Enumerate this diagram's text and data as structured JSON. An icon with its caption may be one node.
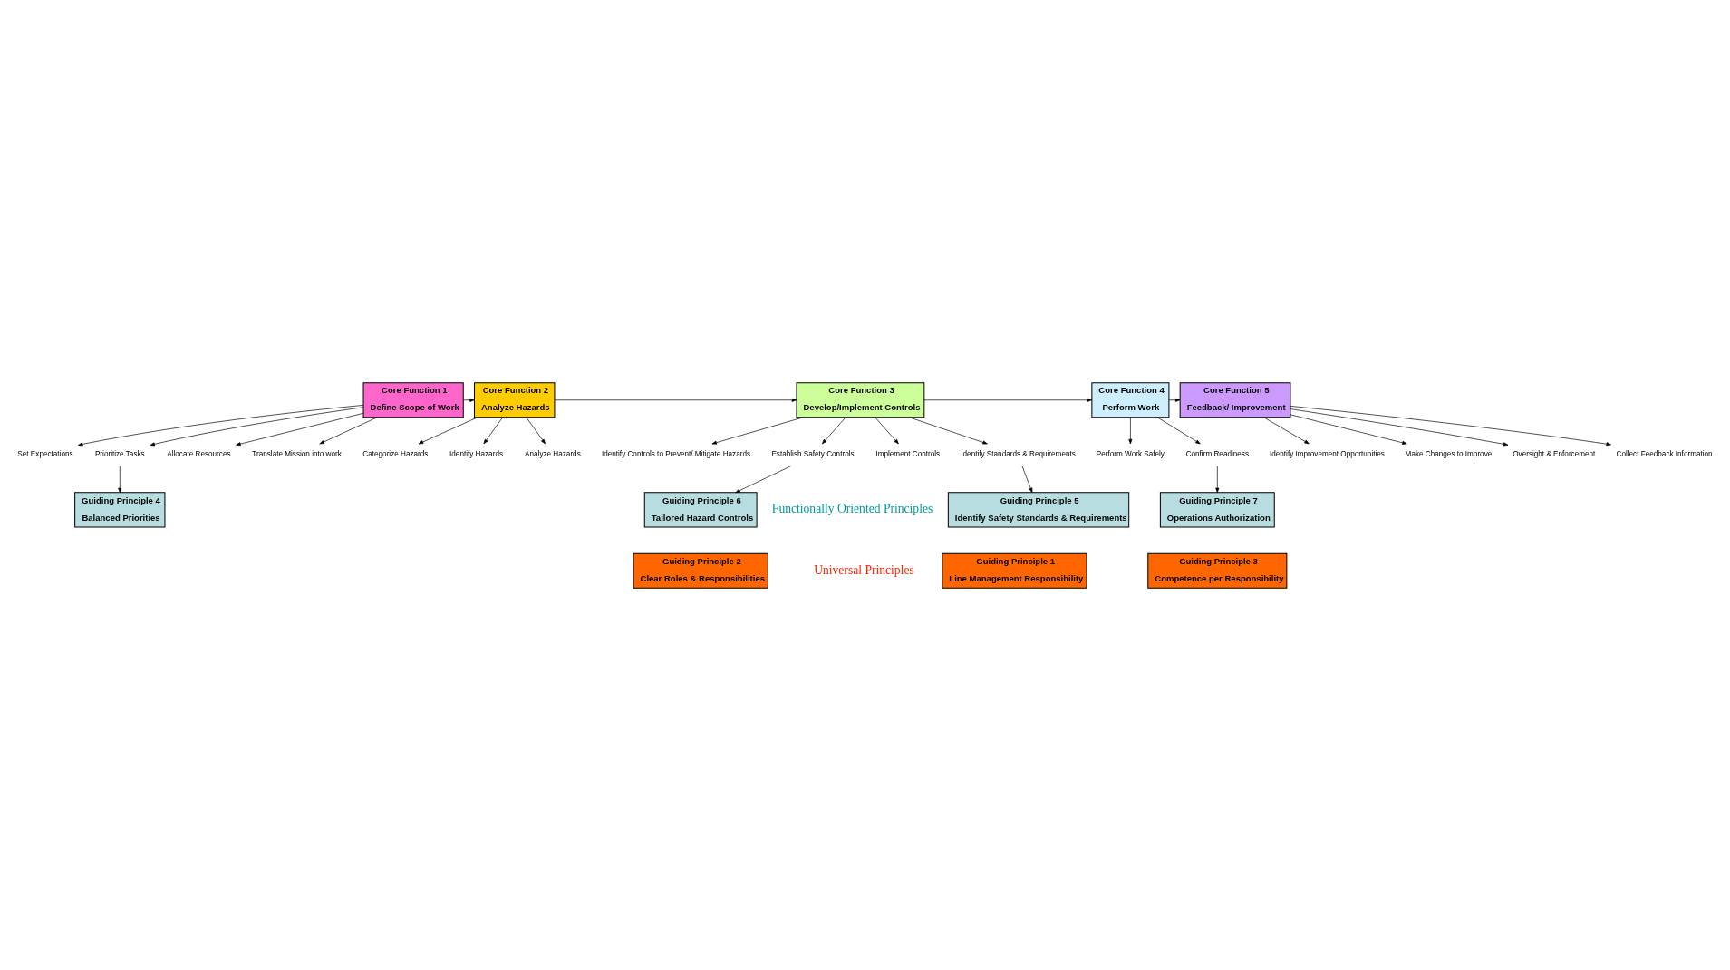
{
  "diagram": {
    "nodes": [
      {
        "text": [
          "Core Function 1",
          "Define Scope of Work"
        ]
      },
      {
        "text": [
          "Core Function 2",
          "Analyze Hazards"
        ]
      },
      {
        "text": [
          "Core Function 3",
          "Develop/Implement Controls"
        ]
      },
      {
        "text": [
          "Core Function 4",
          "Perform Work"
        ]
      },
      {
        "text": [
          "Core Function 5",
          "Feedback/ Improvement"
        ]
      },
      {
        "text": [
          "Translate Mission into work"
        ]
      },
      {
        "text": [
          "Set Expectations"
        ]
      },
      {
        "text": [
          "Prioritize Tasks"
        ]
      },
      {
        "text": [
          "Allocate Resources"
        ]
      },
      {
        "text": [
          "Identify Hazards"
        ]
      },
      {
        "text": [
          "Analyze Hazards"
        ]
      },
      {
        "text": [
          "Categorize Hazards"
        ]
      },
      {
        "text": [
          "Identify Standards & Requirements"
        ]
      },
      {
        "text": [
          "Identify Controls to Prevent/ Mitigate Hazards"
        ]
      },
      {
        "text": [
          "Establish Safety Controls"
        ]
      },
      {
        "text": [
          "Implement Controls"
        ]
      },
      {
        "text": [
          "Confirm Readiness"
        ]
      },
      {
        "text": [
          "Perform Work Safely"
        ]
      },
      {
        "text": [
          "Collect Feedback Information"
        ]
      },
      {
        "text": [
          "Identify Improvement Opportunities"
        ]
      },
      {
        "text": [
          "Make Changes to Improve"
        ]
      },
      {
        "text": [
          "Oversight & Enforcement"
        ]
      },
      {
        "text": [
          "Guiding Principle 4",
          "Balanced Priorities"
        ]
      },
      {
        "text": [
          "Guiding Principle 5",
          "Identify Safety Standards & Requirements"
        ]
      },
      {
        "text": [
          "Guiding Principle 6",
          "Tailored Hazard Controls"
        ]
      },
      {
        "text": [
          "Guiding Principle 7",
          "Operations Authorization"
        ]
      },
      {
        "text": [
          "Guiding Principle 1",
          "Line Management Responsibility"
        ]
      },
      {
        "text": [
          "Guiding Principle 2",
          "Clear Roles & Responsibilities"
        ]
      },
      {
        "text": [
          "Guiding Principle 3",
          "Competence per Responsibility"
        ]
      }
    ],
    "edges": [
      {
        "from": 0,
        "to": 1,
        "arrow": "to"
      },
      {
        "from": 1,
        "to": 2,
        "arrow": "to"
      },
      {
        "from": 2,
        "to": 3,
        "arrow": "to"
      },
      {
        "from": 3,
        "to": 4,
        "arrow": "to"
      },
      {
        "from": 0,
        "to": 5,
        "arrow": "to"
      },
      {
        "from": 0,
        "to": 6,
        "arrow": "to"
      },
      {
        "from": 0,
        "to": 7,
        "arrow": "to"
      },
      {
        "from": 0,
        "to": 8,
        "arrow": "to"
      },
      {
        "from": 1,
        "to": 9,
        "arrow": "to"
      },
      {
        "from": 1,
        "to": 10,
        "arrow": "to"
      },
      {
        "from": 1,
        "to": 11,
        "arrow": "to"
      },
      {
        "from": 2,
        "to": 12,
        "arrow": "to"
      },
      {
        "from": 2,
        "to": 13,
        "arrow": "to"
      },
      {
        "from": 2,
        "to": 14,
        "arrow": "to"
      },
      {
        "from": 2,
        "to": 15,
        "arrow": "to"
      },
      {
        "from": 3,
        "to": 16,
        "arrow": "to"
      },
      {
        "from": 3,
        "to": 17,
        "arrow": "to"
      },
      {
        "from": 4,
        "to": 18,
        "arrow": "to"
      },
      {
        "from": 4,
        "to": 19,
        "arrow": "to"
      },
      {
        "from": 4,
        "to": 20,
        "arrow": "to"
      },
      {
        "from": 4,
        "to": 21,
        "arrow": "to"
      },
      {
        "from": 7,
        "to": 22,
        "arrow": "to"
      },
      {
        "from": 12,
        "to": 23,
        "arrow": "to"
      },
      {
        "from": 14,
        "to": 24,
        "arrow": "to"
      },
      {
        "from": 16,
        "to": 25,
        "arrow": "to"
      }
    ],
    "labels": [
      "Functionally Oriented Principles",
      "Universal Principles"
    ]
  }
}
